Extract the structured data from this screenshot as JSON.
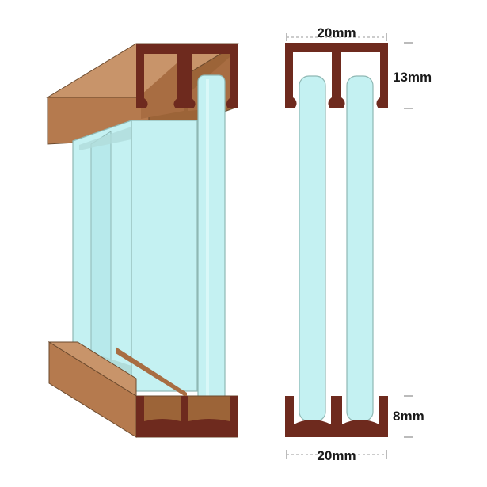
{
  "dimensions": {
    "top_width": "20mm",
    "top_height": "13mm",
    "bottom_height": "8mm",
    "bottom_width": "20mm"
  },
  "colors": {
    "frame_dark": "#6e2a1e",
    "wood_top": "#c8946a",
    "wood_front": "#b57a4e",
    "wood_side": "#9c6438",
    "glass": "#c4f1f2",
    "glass_edge": "#8fb8b4"
  }
}
